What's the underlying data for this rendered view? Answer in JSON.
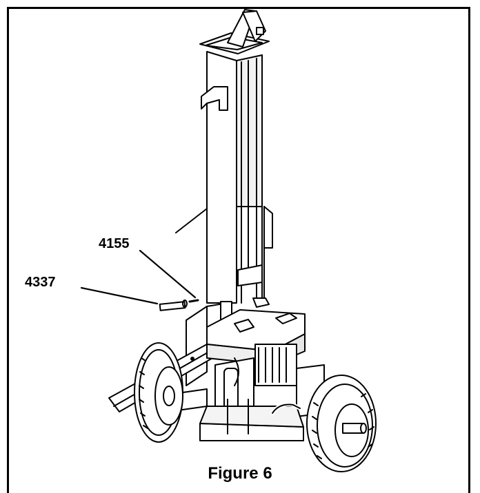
{
  "callouts": {
    "part_a": "4155",
    "part_b": "4337"
  },
  "caption": "Figure 6",
  "colors": {
    "line": "#000000",
    "paper": "#ffffff",
    "shade": "#d9d9d9"
  }
}
